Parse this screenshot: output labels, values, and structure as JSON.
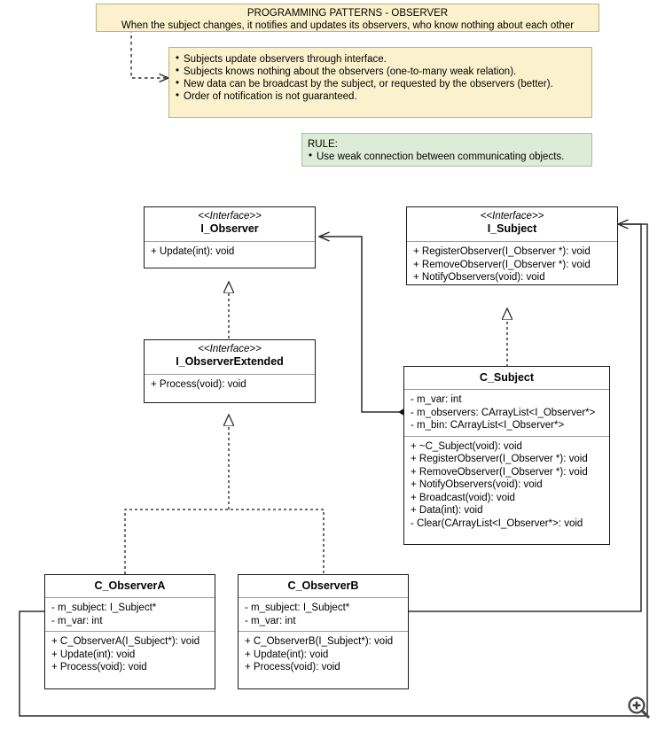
{
  "diagram": {
    "type": "uml-class-diagram",
    "title_note": {
      "heading": "PROGRAMMING PATTERNS - OBSERVER",
      "subtitle": "When the subject changes, it notifies and updates its observers, who know nothing about each other"
    },
    "bullet_note": {
      "items": [
        "Subjects update observers through interface.",
        "Subjects knows nothing about the observers (one-to-many weak relation).",
        "New data can be broadcast by the subject, or requested by the observers (better).",
        "Order of notification is not guaranteed."
      ]
    },
    "rule_note": {
      "heading": "RULE:",
      "items": [
        "Use weak connection between communicating objects."
      ]
    },
    "colors": {
      "note_fill": "#fbf2cd",
      "note_border": "#b3b38a",
      "rule_fill": "#dcecd6",
      "rule_border": "#a9bfa2",
      "class_border": "#1a1a1a",
      "class_fill": "#ffffff",
      "separator": "#9a9a9a",
      "connector": "#3c3c3c"
    },
    "classes": [
      {
        "id": "i_observer",
        "stereotype": "<<Interface>>",
        "name": "I_Observer",
        "attributes": [],
        "operations": [
          "+ Update(int): void"
        ]
      },
      {
        "id": "i_subject",
        "stereotype": "<<Interface>>",
        "name": "I_Subject",
        "attributes": [],
        "operations": [
          "+ RegisterObserver(I_Observer *): void",
          "+ RemoveObserver(I_Observer *): void",
          "+ NotifyObservers(void): void"
        ]
      },
      {
        "id": "i_observer_extended",
        "stereotype": "<<Interface>>",
        "name": "I_ObserverExtended",
        "attributes": [],
        "operations": [
          "+ Process(void): void"
        ]
      },
      {
        "id": "c_subject",
        "stereotype": "",
        "name": "C_Subject",
        "attributes": [
          "- m_var: int",
          "- m_observers: CArrayList<I_Observer*>",
          "- m_bin: CArrayList<I_Observer*>"
        ],
        "operations": [
          "+ ~C_Subject(void): void",
          "+ RegisterObserver(I_Observer *): void",
          "+ RemoveObserver(I_Observer *): void",
          "+ NotifyObservers(void): void",
          "+ Broadcast(void): void",
          "+ Data(int): void",
          "- Clear(CArrayList<I_Observer*>: void"
        ]
      },
      {
        "id": "c_observer_a",
        "stereotype": "",
        "name": "C_ObserverA",
        "attributes": [
          "- m_subject: I_Subject*",
          "- m_var: int"
        ],
        "operations": [
          "+ C_ObserverA(I_Subject*): void",
          "+ Update(int): void",
          "+ Process(void): void"
        ]
      },
      {
        "id": "c_observer_b",
        "stereotype": "",
        "name": "C_ObserverB",
        "attributes": [
          "- m_subject: I_Subject*",
          "- m_var: int"
        ],
        "operations": [
          "+ C_ObserverB(I_Subject*): void",
          "+ Update(int): void",
          "+ Process(void): void"
        ]
      }
    ],
    "relations": [
      {
        "from": "c_subject",
        "to": "i_observer",
        "kind": "aggregation-association",
        "style": "solid"
      },
      {
        "from": "i_observer_extended",
        "to": "i_observer",
        "kind": "realization",
        "style": "dashed"
      },
      {
        "from": "c_subject",
        "to": "i_subject",
        "kind": "realization",
        "style": "dashed"
      },
      {
        "from": "c_observer_a",
        "to": "i_observer_extended",
        "kind": "realization",
        "style": "dashed"
      },
      {
        "from": "c_observer_b",
        "to": "i_observer_extended",
        "kind": "realization",
        "style": "dashed"
      },
      {
        "from": "c_observer_a",
        "to": "i_subject",
        "kind": "aggregation-association",
        "style": "solid"
      },
      {
        "from": "c_observer_b",
        "to": "i_subject",
        "kind": "aggregation-association",
        "style": "solid"
      },
      {
        "from": "title_note",
        "to": "bullet_note",
        "kind": "note-anchor",
        "style": "dashed"
      }
    ],
    "zoom_control": {
      "icon": "zoom-in-magnifier-icon"
    }
  }
}
